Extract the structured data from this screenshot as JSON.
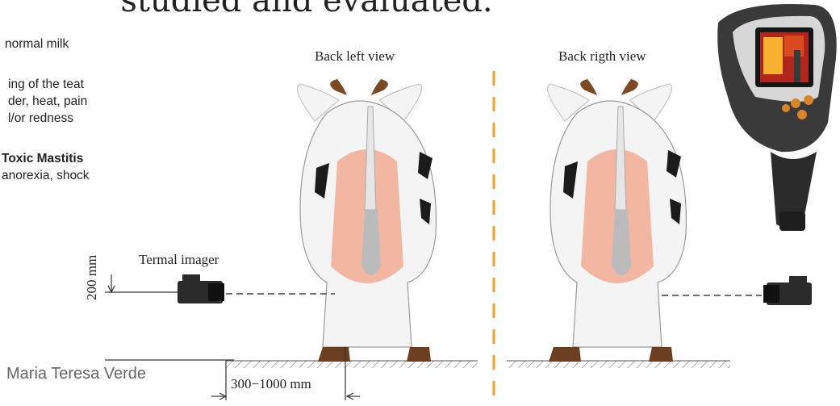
{
  "slide": {
    "title": "studied and evaluated.",
    "footer": "Maria Teresa Verde"
  },
  "bullets": [
    {
      "text": "normal milk",
      "bold": false
    },
    {
      "text": "",
      "bold": false
    },
    {
      "text": "ing of the teat",
      "bold": false
    },
    {
      "text": "der, heat, pain",
      "bold": false
    },
    {
      "text": "l/or redness",
      "bold": false
    },
    {
      "text": "",
      "bold": false
    },
    {
      "text": "Toxic Mastitis",
      "bold": true
    },
    {
      "text": "anorexia, shock",
      "bold": false
    }
  ],
  "diagram": {
    "left_view_label": "Back left view",
    "right_view_label": "Back rigth view",
    "imager_label": "Termal imager",
    "height_dimension": "200 mm",
    "distance_dimension": "300−1000 mm"
  },
  "colors": {
    "udder": "#f2b7a3",
    "cow_body": "#f4f4f4",
    "spots": "#1b1b1b",
    "horns": "#7b4a23",
    "hooves": "#6b3f1f",
    "divider": "#f0a23a"
  }
}
